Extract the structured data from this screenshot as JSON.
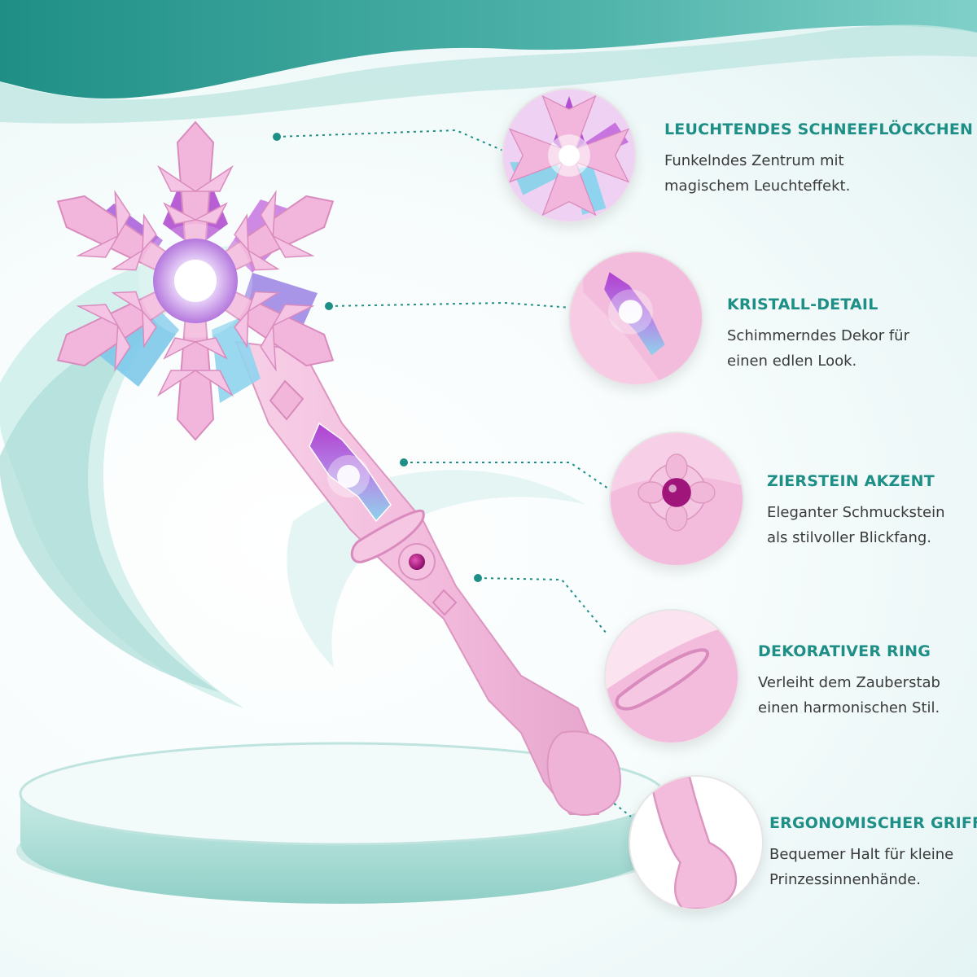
{
  "colors": {
    "accent_teal": "#1e8f86",
    "wand_pink": "#f3bcdd",
    "wand_pink_dark": "#e29bc6",
    "crystal_purple": "#a45ad6",
    "crystal_blue": "#8fd2ea",
    "gem_magenta": "#a0157a",
    "text_dark": "#3a3a3a"
  },
  "features": [
    {
      "title": "LEUCHTENDES SCHNEEFLÖCKCHEN",
      "lines": [
        "Funkelndes Zentrum mit",
        "magischem Leuchteffekt."
      ],
      "icon": "snowflake-closeup"
    },
    {
      "title": "KRISTALL-DETAIL",
      "lines": [
        "Schimmerndes Dekor für",
        "einen edlen Look."
      ],
      "icon": "crystal-closeup"
    },
    {
      "title": "ZIERSTEIN AKZENT",
      "lines": [
        "Eleganter Schmuckstein",
        "als stilvoller Blickfang."
      ],
      "icon": "gem-closeup"
    },
    {
      "title": "DEKORATIVER RING",
      "lines": [
        "Verleiht dem Zauberstab",
        "einen harmonischen Stil."
      ],
      "icon": "ring-closeup"
    },
    {
      "title": "ERGONOMISCHER GRIFF",
      "lines": [
        "Bequemer Halt für kleine",
        "Prinzessinnenhände."
      ],
      "icon": "handle-closeup"
    }
  ]
}
